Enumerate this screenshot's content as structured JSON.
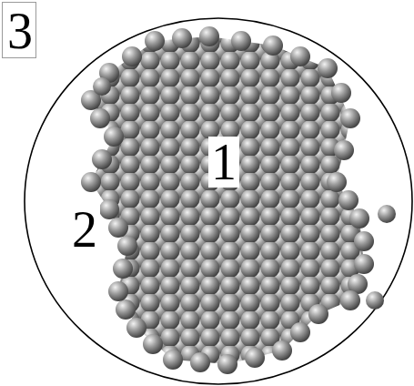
{
  "diagram": {
    "nodes": [
      {
        "text": [
          "3"
        ]
      }
    ],
    "labels": [
      "1",
      "2"
    ]
  }
}
